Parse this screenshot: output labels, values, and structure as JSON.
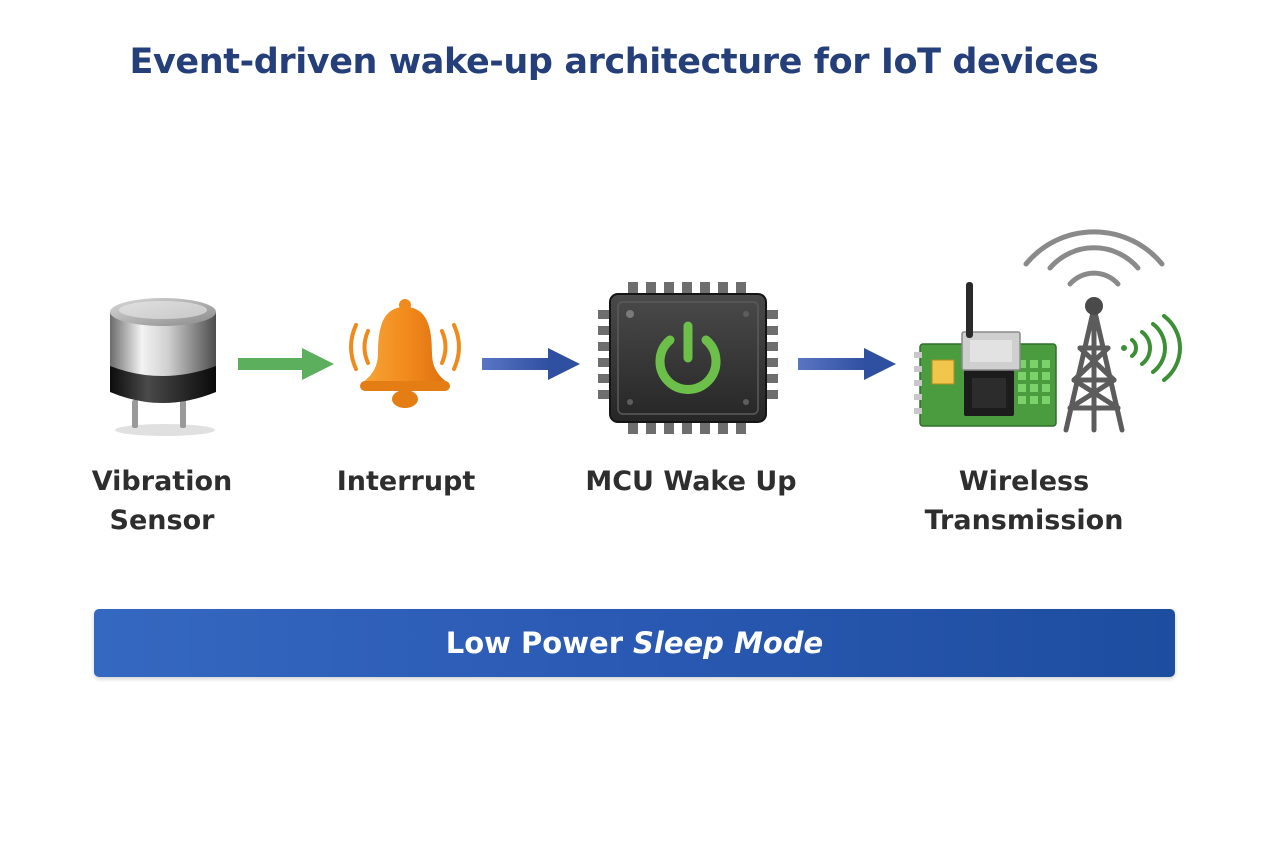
{
  "title": "Event-driven wake-up architecture for IoT devices",
  "steps": [
    {
      "line1": "Vibration",
      "line2": "Sensor",
      "icon": "vibration-sensor-icon"
    },
    {
      "line1": "Interrupt",
      "line2": "",
      "icon": "bell-icon"
    },
    {
      "line1": "MCU Wake Up",
      "line2": "",
      "icon": "mcu-chip-icon"
    },
    {
      "line1": "Wireless",
      "line2": "Transmission",
      "icon": "wireless-board-icon"
    }
  ],
  "banner": {
    "normal": "Low Power",
    "emphasis": "Sleep Mode"
  },
  "colors": {
    "title": "#243f7a",
    "arrow_green": "#5caf5c",
    "arrow_blue": "#2f4fa0",
    "banner": "#2a59b3",
    "bell": "#f08a1c",
    "power": "#6cc04a",
    "pcb": "#4a9c3e"
  }
}
